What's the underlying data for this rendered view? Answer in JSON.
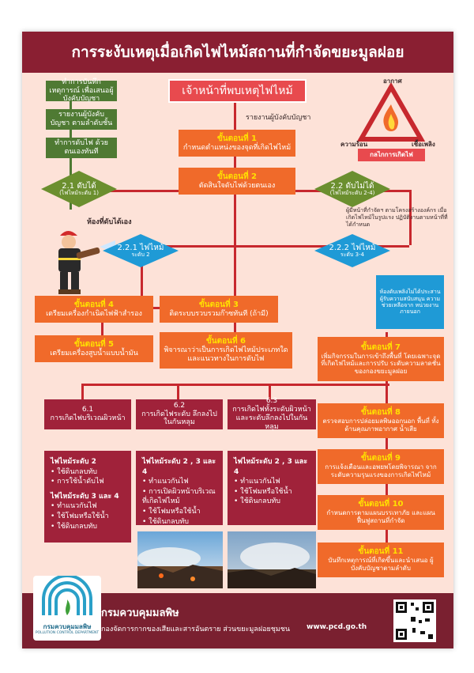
{
  "title": "การระงับเหตุเมื่อเกิดไฟไหม้สถานที่กำจัดขยะมูลฝอย",
  "first_responder": "เจ้าหน้าที่พบเหตุไฟไหม้",
  "report_label": "รายงานผู้บังคับบัญชา",
  "fire_triangle": {
    "top": "อากาศ",
    "left": "ความร้อน",
    "right": "เชื้อเพลิง",
    "caption": "กลไกการเกิดไฟ"
  },
  "left_notes": [
    "ทำการบันทึกเหตุการณ์ เพื่อเสนอผู้บังคับบัญชา",
    "รายงานผู้บังคับบัญชา ตามลำดับชั้น",
    "ทำการดับไฟ ด้วยตนเองทันที"
  ],
  "step1": {
    "label": "ขั้นตอนที่ 1",
    "text": "กำหนดตำแหน่งของจุดที่เกิดไฟไหม้"
  },
  "step2": {
    "label": "ขั้นตอนที่ 2",
    "text": "ตัดสินใจดับไฟด้วยตนเอง"
  },
  "d21": {
    "title": "2.1 ดับได้",
    "sub": "(ไฟไหม้ระดับ 1)"
  },
  "d22": {
    "title": "2.2 ดับไม่ได้",
    "sub": "(ไฟไหม้ระดับ 2-4)"
  },
  "d22_note": "ผู้มีหน้าที่กำจัดฯ ตามโครงสร้างองค์กร เมื่อเกิดไฟไหม้ในรูปแรง ปฏิบัติงานตามหน้าที่ที่ได้กำหนด",
  "extinguished": "ห้องที่ดับได้เอง",
  "d221": {
    "title": "2.2.1 ไฟไหม้",
    "sub": "ระดับ 2"
  },
  "d222": {
    "title": "2.2.2 ไฟไหม้",
    "sub": "ระดับ 3-4"
  },
  "blue_note": "ห้องดับเพลิงไม่ได้ประสาน ผู้รับความสนับสนุน ความช่วยเหลือจาก หน่วยงานภายนอก",
  "step3": {
    "label": "ขั้นตอนที่ 3",
    "text": "ติดระบบรวบรวมก๊าซทันที (ถ้ามี)"
  },
  "step4": {
    "label": "ขั้นตอนที่ 4",
    "text": "เตรียมเครื่องกำเนิดไฟฟ้าสำรอง"
  },
  "step5": {
    "label": "ขั้นตอนที่ 5",
    "text": "เตรียมเครื่องสูบน้ำแบบน้ำมัน"
  },
  "step6": {
    "label": "ขั้นตอนที่ 6",
    "text": "พิจารณาว่าเป็นการเกิดไฟไหม้ประเภทใด และแนวทางในการดับไฟ"
  },
  "step7": {
    "label": "ขั้นตอนที่ 7",
    "text": "เพิ่มกิจกรรมในการเข้าถึงพื้นที่ โดยเฉพาะจุดที่เกิดไฟไหม้และการปรับ ระดับความลาดชันของกองขยะมูลฝอย"
  },
  "step8": {
    "label": "ขั้นตอนที่ 8",
    "text": "ตรวจสอบการปล่อยมลพิษออกนอก พื้นที่ ทั้งด้านคุณภาพอากาศ น้ำเสีย"
  },
  "step9": {
    "label": "ขั้นตอนที่ 9",
    "text": "การแจ้งเตือนและอพยพโดยพิจารณา จากระดับความรุนแรงของการเกิดไฟไหม้"
  },
  "step10": {
    "label": "ขั้นตอนที่ 10",
    "text": "กำหนดการตามแผนบรรเทาภัย และแผนฟื้นฟูสถานที่กำจัด"
  },
  "step11": {
    "label": "ขั้นตอนที่ 11",
    "text": "บันทึกเหตุการณ์ที่เกิดขึ้นและนำเสนอ ผู้บังคับบัญชาตามลำดับ"
  },
  "types": [
    {
      "num": "6.1",
      "text": "การเกิดไฟบริเวณผิวหน้า"
    },
    {
      "num": "6.2",
      "text": "การเกิดไฟระดับ ลึกลงไปในกันหลุม"
    },
    {
      "num": "6.3",
      "text": "การเกิดไฟทั้งระดับผิวหน้า และระดับลึกลงไปในกันหลุม"
    }
  ],
  "col1": {
    "h1": "ไฟไหม้ระดับ 2",
    "i1": [
      "ใช้ดินกลบทับ",
      "การใช้น้ำดับไฟ"
    ],
    "h2": "ไฟไหม้ระดับ 3 และ 4",
    "i2": [
      "ทำแนวกันไฟ",
      "ใช้โฟมหรือใช้น้ำ",
      "ใช้ดินกลบทับ"
    ]
  },
  "col2": {
    "h1": "ไฟไหม้ระดับ 2 , 3 และ 4",
    "i1": [
      "ทำแนวกันไฟ",
      "การเปิดผิวหน้าบริเวณ ที่เกิดไฟไหม้",
      "ใช้โฟมหรือใช้น้ำ",
      "ใช้ดินกลบทับ"
    ]
  },
  "col3": {
    "h1": "ไฟไหม้ระดับ 2 , 3 และ 4",
    "i1": [
      "ทำแนวกันไฟ",
      "ใช้โฟมหรือใช้น้ำ",
      "ใช้ดินกลบทับ"
    ]
  },
  "footer": {
    "dept": "กรมควบคุมมลพิษ",
    "division": "กองจัดการกากของเสียและสารอันตราย  ส่วนขยะมูลฝอยชุมชน",
    "url": "www.pcd.go.th",
    "logo_th": "กรมควบคุมมลพิษ",
    "logo_en": "POLLUTION CONTROL DEPARTMENT"
  },
  "colors": {
    "header": "#8a1f32",
    "orange": "#f06a2a",
    "green": "#4f7a33",
    "blue": "#1f9ad6",
    "maroon": "#a0223a"
  }
}
